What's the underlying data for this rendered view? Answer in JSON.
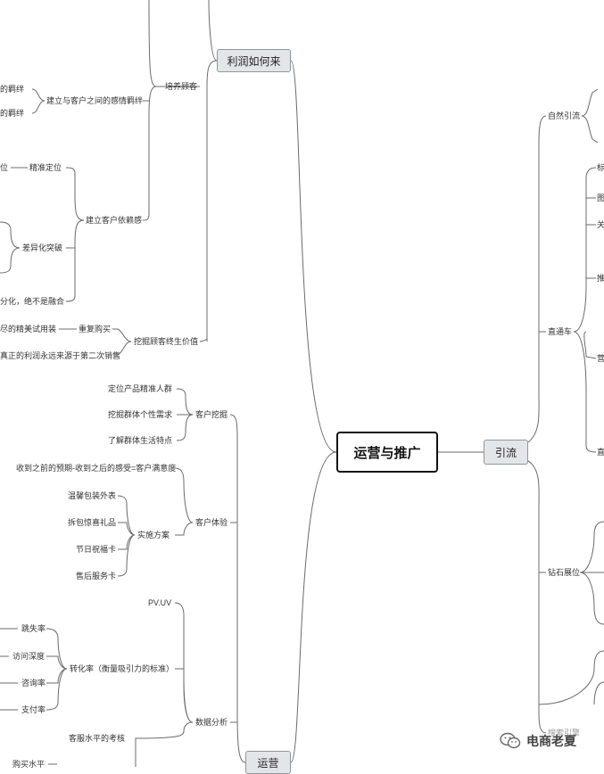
{
  "root": {
    "label": "运营与推广"
  },
  "branches": {
    "profit": "利润如何来",
    "traffic": "引流",
    "operations": "运营"
  },
  "profit": {
    "cultivate": "培养顾客",
    "emotional_bond": "建立与客户之间的感情羁绊",
    "bond_item_1": "的羁绊",
    "bond_item_2": "的羁绊",
    "dependence": "建立客户依赖感",
    "precise_positioning": "精准定位",
    "positioning_item": "位",
    "differentiation": "差异化突破",
    "differentiation_note": "分化，绝不是融合",
    "lifetime_value": "挖掘顾客终生价值",
    "repeat_purchase": "重复购买",
    "repeat_item": "尽的精美试用装",
    "second_sale": "真正的利润永远来源于第二次销售"
  },
  "operations": {
    "customer_mining": "客户挖掘",
    "mining_items": [
      "定位产品精准人群",
      "挖掘群体个性需求",
      "了解群体生活特点"
    ],
    "customer_experience": "客户体验",
    "satisfaction_formula": "收到之前的预期-收到之后的感受=客户满意度",
    "implementation": "实施方案",
    "implementation_items": [
      "温馨包装外表",
      "拆包惊喜礼品",
      "节日祝福卡",
      "售后服务卡"
    ],
    "data_analysis": "数据分析",
    "pvuv": "PV.UV",
    "conversion": "转化率（衡量吸引力的标准）",
    "conversion_items": [
      "跳失率",
      "访问深度",
      "咨询率",
      "支付率"
    ],
    "service_assessment": "客服水平的考核",
    "purchase_level": "购买水平"
  },
  "traffic": {
    "natural": "自然引流",
    "through_train": "直通车",
    "through_train_items": [
      "标",
      "图",
      "关",
      "推",
      "营",
      "直"
    ],
    "diamond_booth": "钻石展位",
    "partial_label": "搜索引擎"
  },
  "watermark": {
    "text": "电商老夏"
  },
  "colors": {
    "node_fill": "#e3e6e8",
    "node_border": "#8f969b",
    "line": "#666666",
    "root_border": "#111111"
  }
}
